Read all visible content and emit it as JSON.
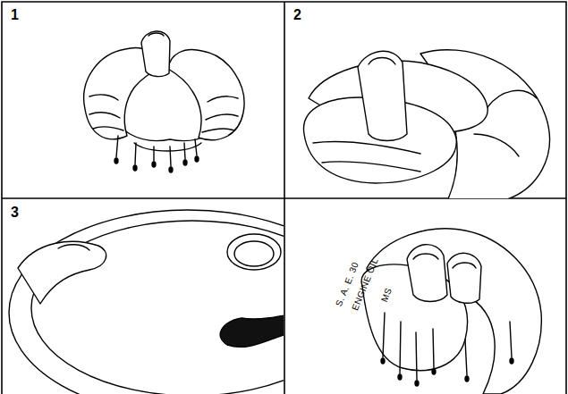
{
  "diagram": {
    "labels": [
      "1",
      "2",
      "3",
      "S. A. E. 30",
      "ENGINE OIL",
      "MS"
    ]
  }
}
